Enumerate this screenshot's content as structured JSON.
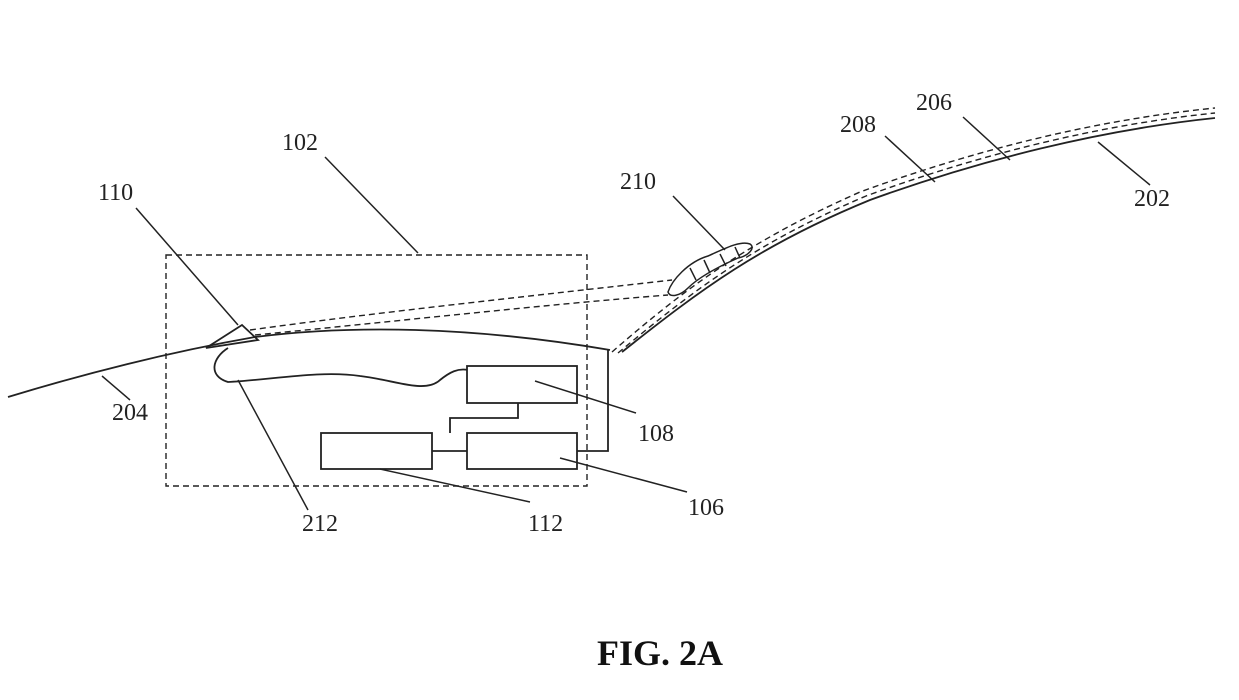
{
  "figure": {
    "caption": "FIG. 2A"
  },
  "reference_numerals": {
    "r102": "102",
    "r110": "110",
    "r204": "204",
    "r212": "212",
    "r112": "112",
    "r108": "108",
    "r106": "106",
    "r210": "210",
    "r208": "208",
    "r206": "206",
    "r202": "202"
  }
}
